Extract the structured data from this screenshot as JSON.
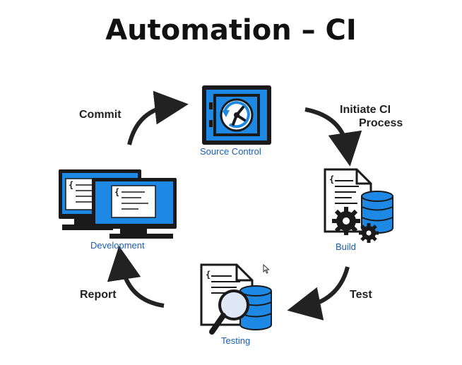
{
  "title": "Automation – CI",
  "nodes": [
    {
      "id": "source-control",
      "label": "Source Control",
      "icon": "vault-icon"
    },
    {
      "id": "build",
      "label": "Build",
      "icon": "document-database-gears-icon"
    },
    {
      "id": "testing",
      "label": "Testing",
      "icon": "document-magnifier-database-icon"
    },
    {
      "id": "development",
      "label": "Development",
      "icon": "dual-monitor-icon"
    }
  ],
  "edges": [
    {
      "from": "development",
      "to": "source-control",
      "label": "Commit"
    },
    {
      "from": "source-control",
      "to": "build",
      "label_line1": "Initiate CI",
      "label_line2": "Process"
    },
    {
      "from": "build",
      "to": "testing",
      "label": "Test"
    },
    {
      "from": "testing",
      "to": "development",
      "label": "Report"
    }
  ],
  "colors": {
    "accent": "#1e88e5",
    "dark": "#1a1a1a",
    "label_blue": "#1a5fb4",
    "arrow": "#222222"
  }
}
